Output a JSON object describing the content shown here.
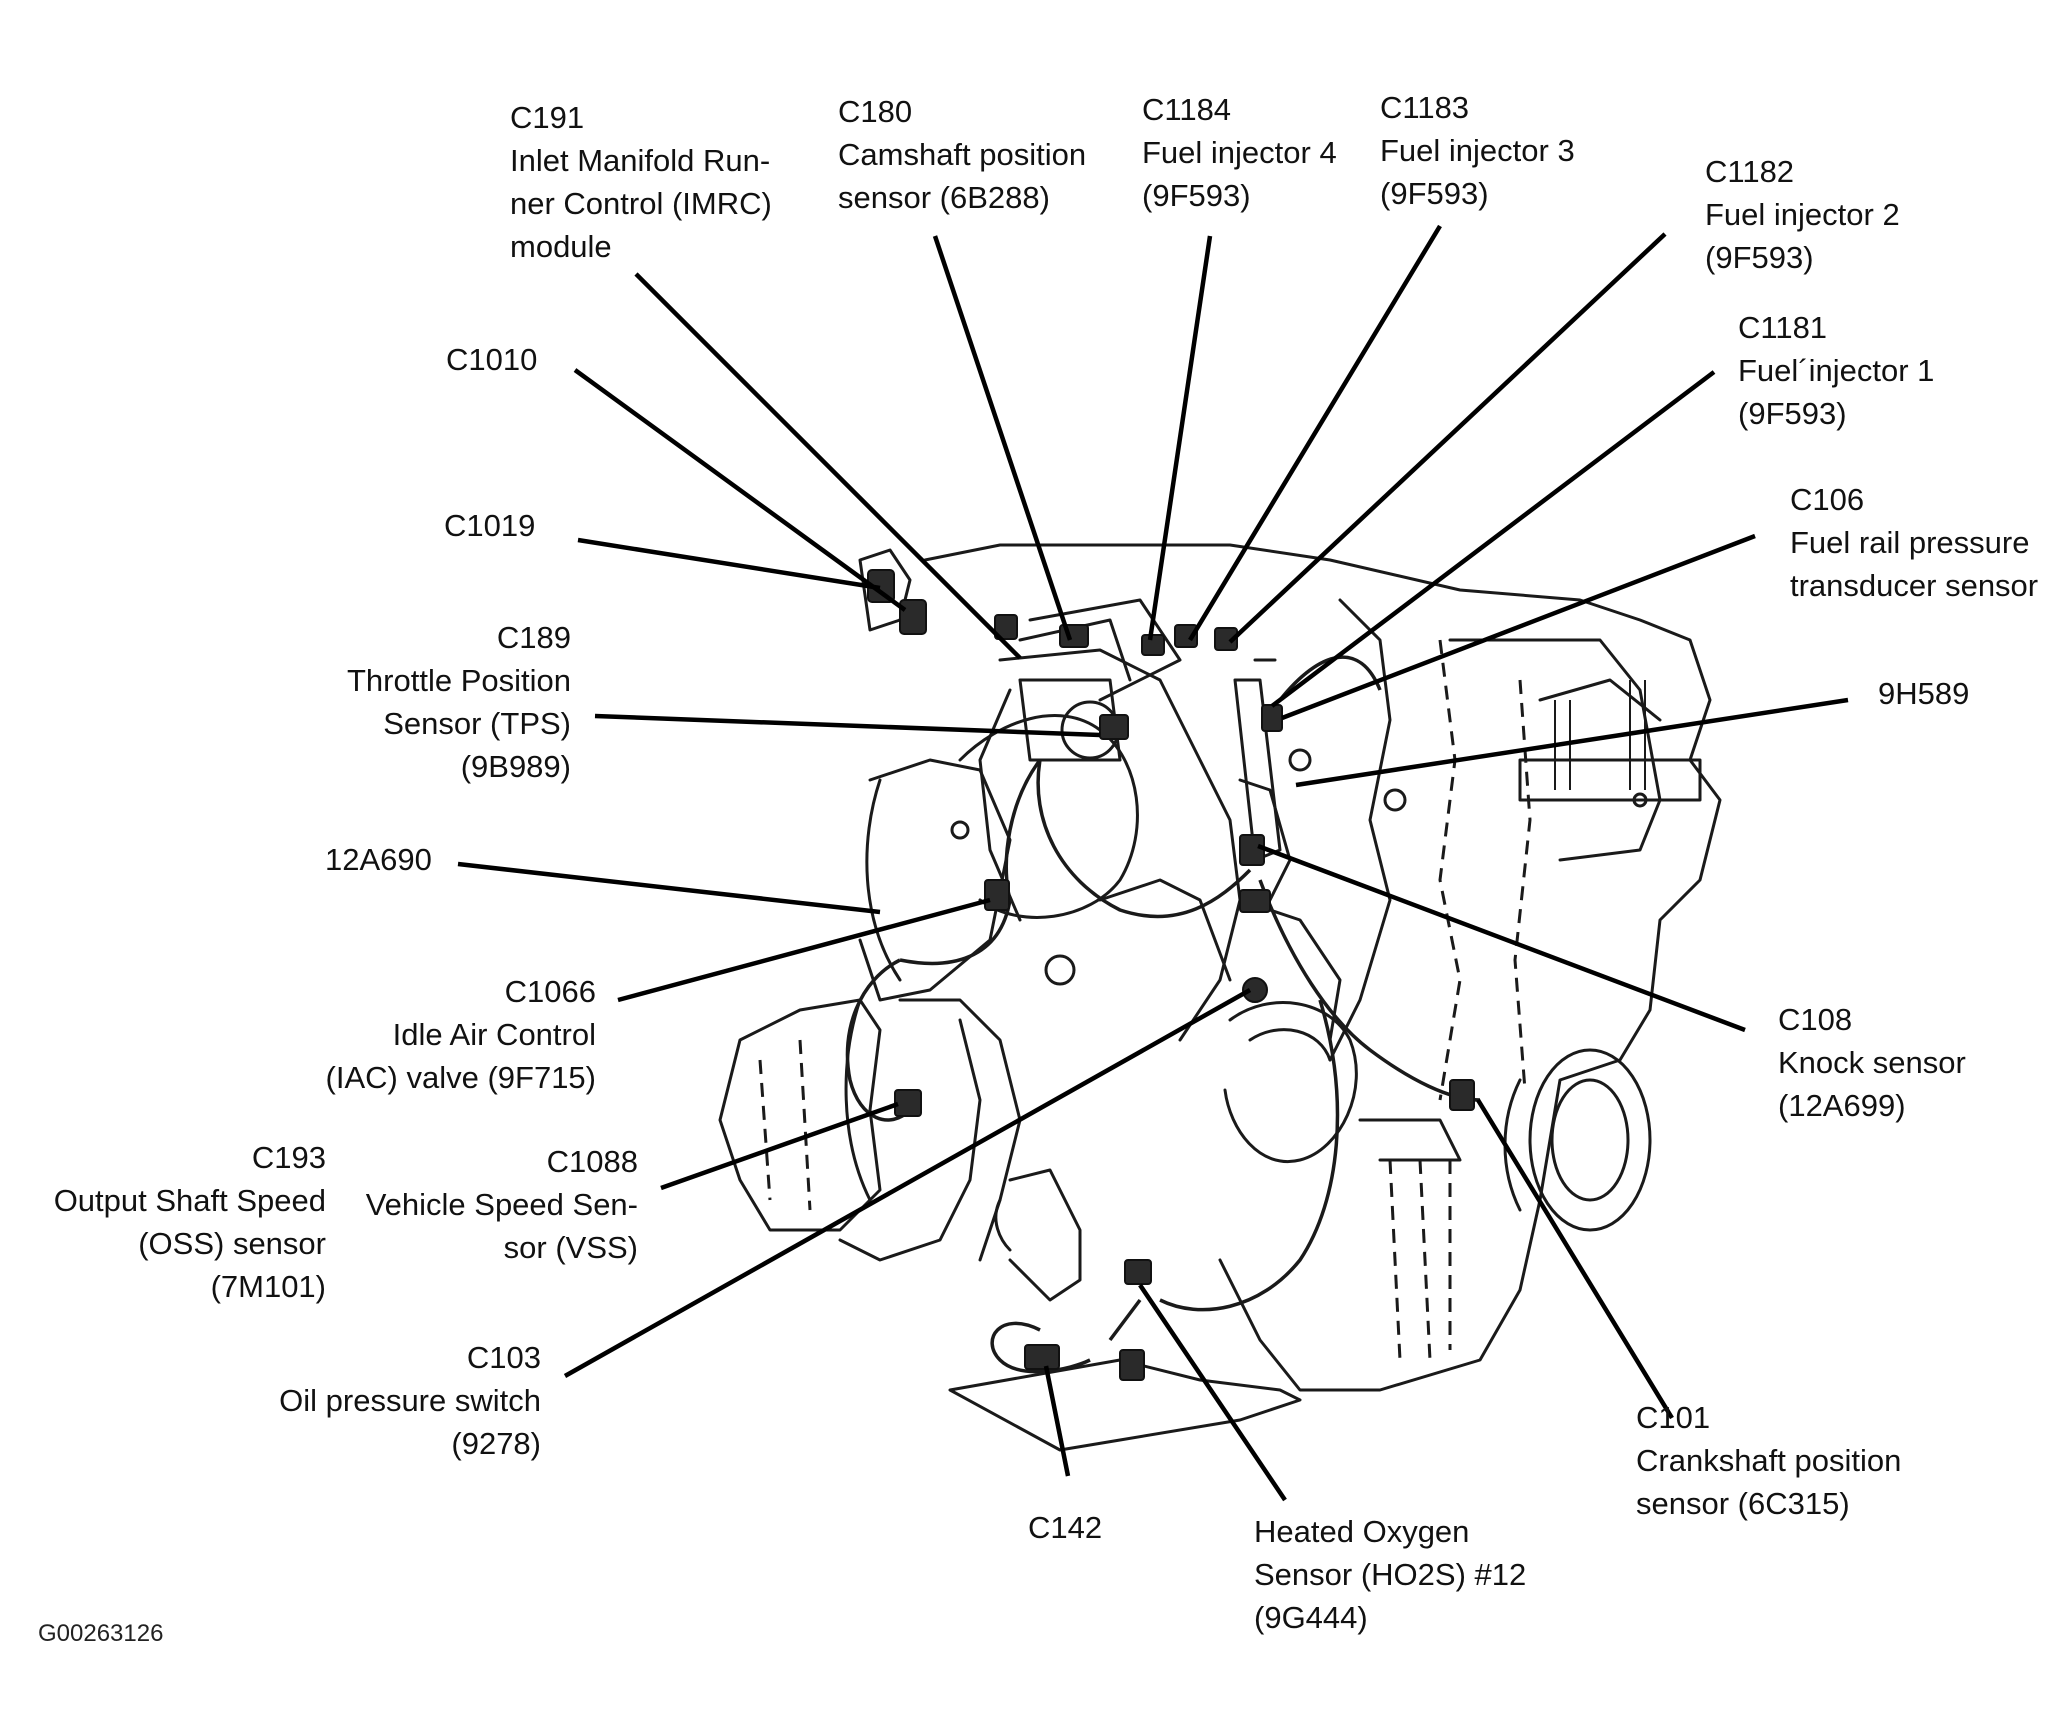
{
  "figure_id": "G00263126",
  "callouts": {
    "c191": [
      "C191",
      "Inlet Manifold Run-",
      "ner Control (IMRC)",
      "module"
    ],
    "c180": [
      "C180",
      "Camshaft position",
      "sensor (6B288)"
    ],
    "c1184": [
      "C1184",
      "Fuel injector 4",
      "(9F593)"
    ],
    "c1183": [
      "C1183",
      "Fuel injector 3",
      "(9F593)"
    ],
    "c1182": [
      "C1182",
      "Fuel injector 2",
      "(9F593)"
    ],
    "c1181": [
      "C1181",
      "Fuel´injector 1",
      "(9F593)"
    ],
    "c1010": [
      "C1010"
    ],
    "c1019": [
      "C1019"
    ],
    "c106": [
      "C106",
      "Fuel rail pressure",
      "transducer sensor"
    ],
    "c189": [
      "C189",
      "Throttle Position",
      "Sensor (TPS)",
      "(9B989)"
    ],
    "p9h589": [
      "9H589"
    ],
    "p12a690": [
      "12A690"
    ],
    "c1066": [
      "C1066",
      "Idle Air Control",
      "(IAC) valve (9F715)"
    ],
    "c108": [
      "C108",
      "Knock sensor",
      "(12A699)"
    ],
    "c193": [
      "C193",
      "Output Shaft Speed",
      "(OSS) sensor",
      "(7M101)"
    ],
    "c1088": [
      "C1088",
      "Vehicle Speed Sen-",
      "sor (VSS)"
    ],
    "c103": [
      "C103",
      "Oil pressure switch",
      "(9278)"
    ],
    "c101": [
      "C101",
      "Crankshaft position",
      "sensor (6C315)"
    ],
    "c142": [
      "C142"
    ],
    "ho2s": [
      "Heated Oxygen",
      "Sensor (HO2S) #12",
      "(9G444)"
    ]
  }
}
